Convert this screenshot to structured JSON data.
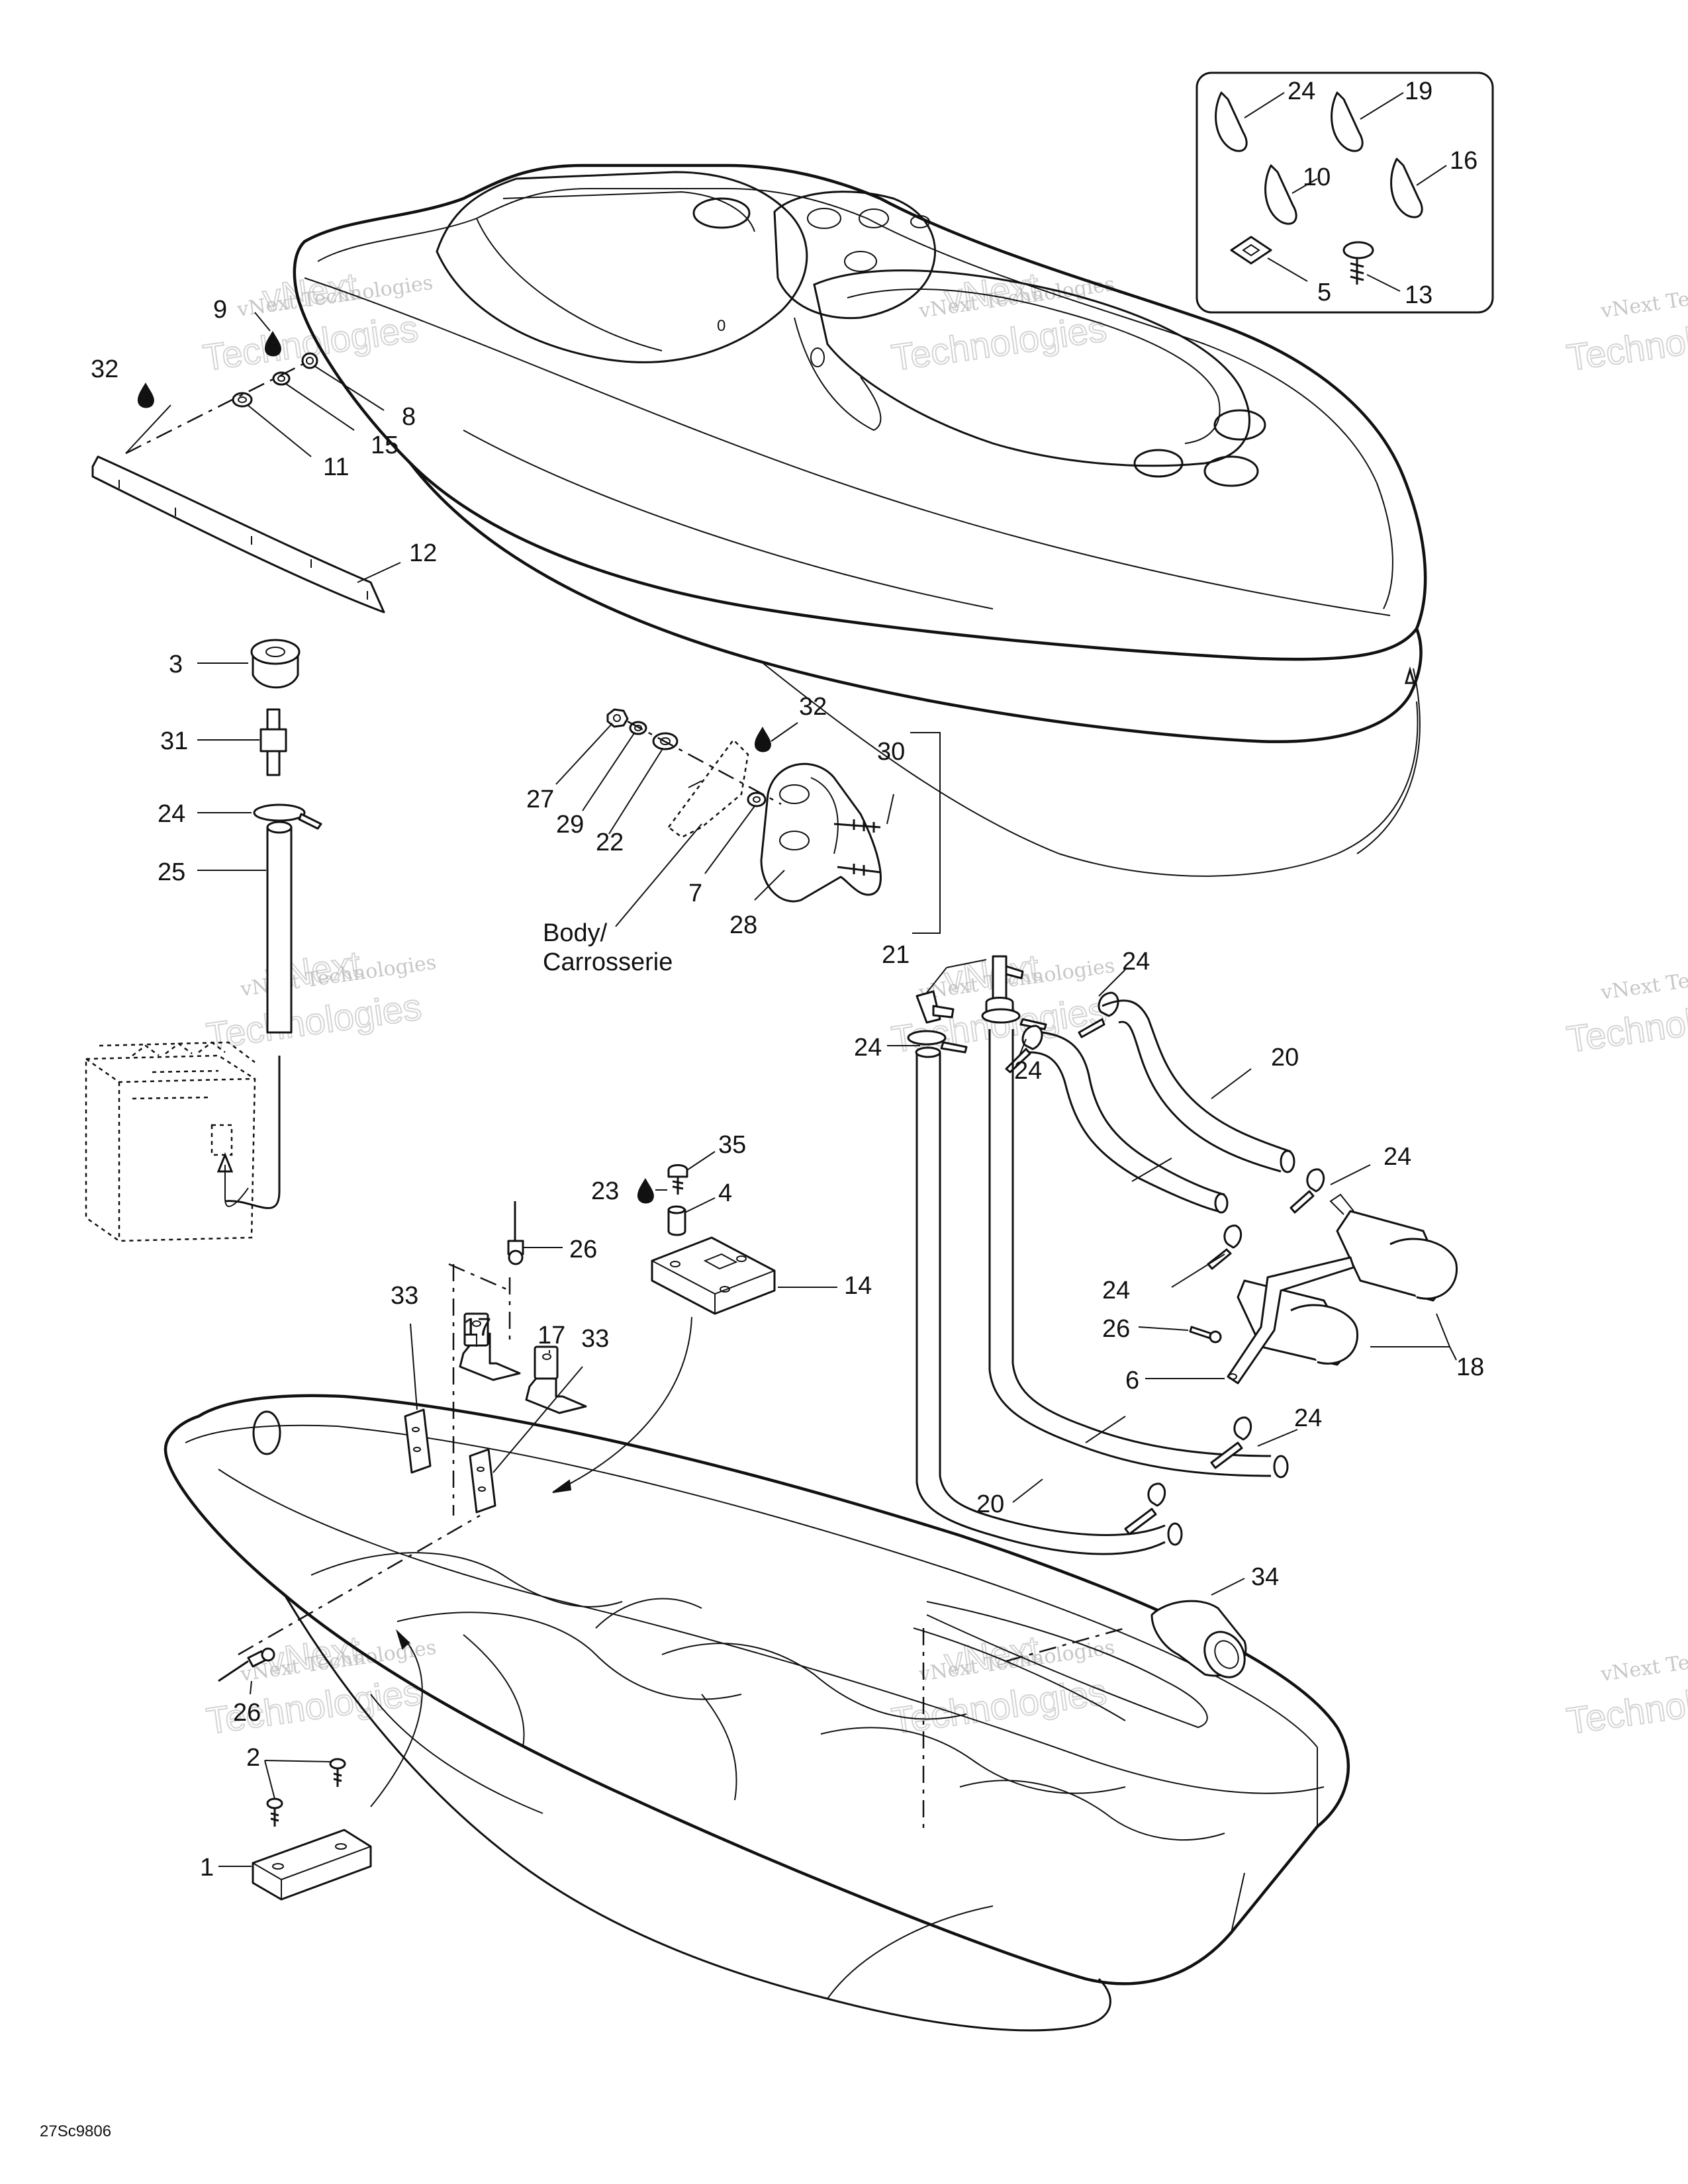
{
  "diagram": {
    "labels": {
      "l1": "1",
      "l2": "2",
      "l3": "3",
      "l4": "4",
      "l5": "5",
      "l6": "6",
      "l7": "7",
      "l8": "8",
      "l9": "9",
      "l10": "10",
      "l11": "11",
      "l12": "12",
      "l13": "13",
      "l14": "14",
      "l15": "15",
      "l16": "16",
      "l17": "17",
      "l18": "18",
      "l19": "19",
      "l20": "20",
      "l21": "21",
      "l22": "22",
      "l23": "23",
      "l24": "24",
      "l25": "25",
      "l26": "26",
      "l27": "27",
      "l28": "28",
      "l29": "29",
      "l30": "30",
      "l31": "31",
      "l32": "32",
      "l33": "33",
      "l34": "34",
      "l35": "35"
    },
    "body_label_line1": "Body/",
    "body_label_line2": "Carrosserie",
    "figure_code": "27Sc9806",
    "watermark_line1": "vNext Technologies",
    "watermark_line2": "vNext",
    "watermark_line3": "Technologies"
  }
}
